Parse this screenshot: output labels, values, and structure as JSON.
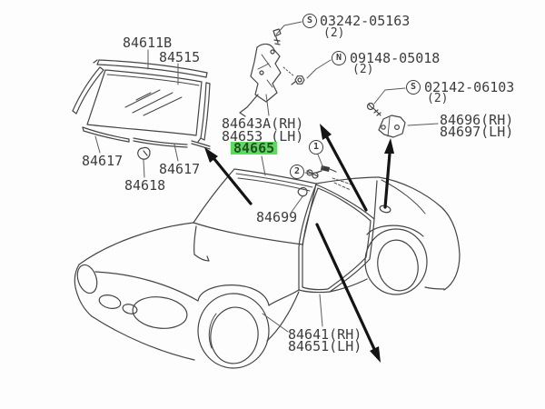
{
  "colors": {
    "highlight": "#58DE5A",
    "line": "#454545",
    "arrow": "#141414"
  },
  "parts": {
    "upper_molding": {
      "label": "84611B"
    },
    "glass": {
      "label": "84515"
    },
    "molding_lower_left": {
      "label": "84617"
    },
    "molding_lower_right": {
      "label": "84617"
    },
    "glass_clip": {
      "label": "84618"
    },
    "mirror_base_rh": {
      "label": "84643A(RH)"
    },
    "mirror_base_lh": {
      "label": "84653 (LH)"
    },
    "header_molding": {
      "label": "84665",
      "highlighted": true
    },
    "roof_clip": {
      "label": "84699"
    },
    "door_weatherstrip_rh": {
      "label": "84641(RH)"
    },
    "door_weatherstrip_lh": {
      "label": "84651(LH)"
    },
    "bracket_rh": {
      "label": "84696(RH)"
    },
    "bracket_lh": {
      "label": "84697(LH)"
    }
  },
  "fasteners": {
    "screw_top": {
      "symbol": "S",
      "code": "03242-05163",
      "qty": "(2)"
    },
    "nut": {
      "symbol": "N",
      "code": "09148-05018",
      "qty": "(2)"
    },
    "screw_side": {
      "symbol": "S",
      "code": "02142-06103",
      "qty": "(2)"
    }
  },
  "callouts": {
    "one": "1",
    "two": "2"
  }
}
